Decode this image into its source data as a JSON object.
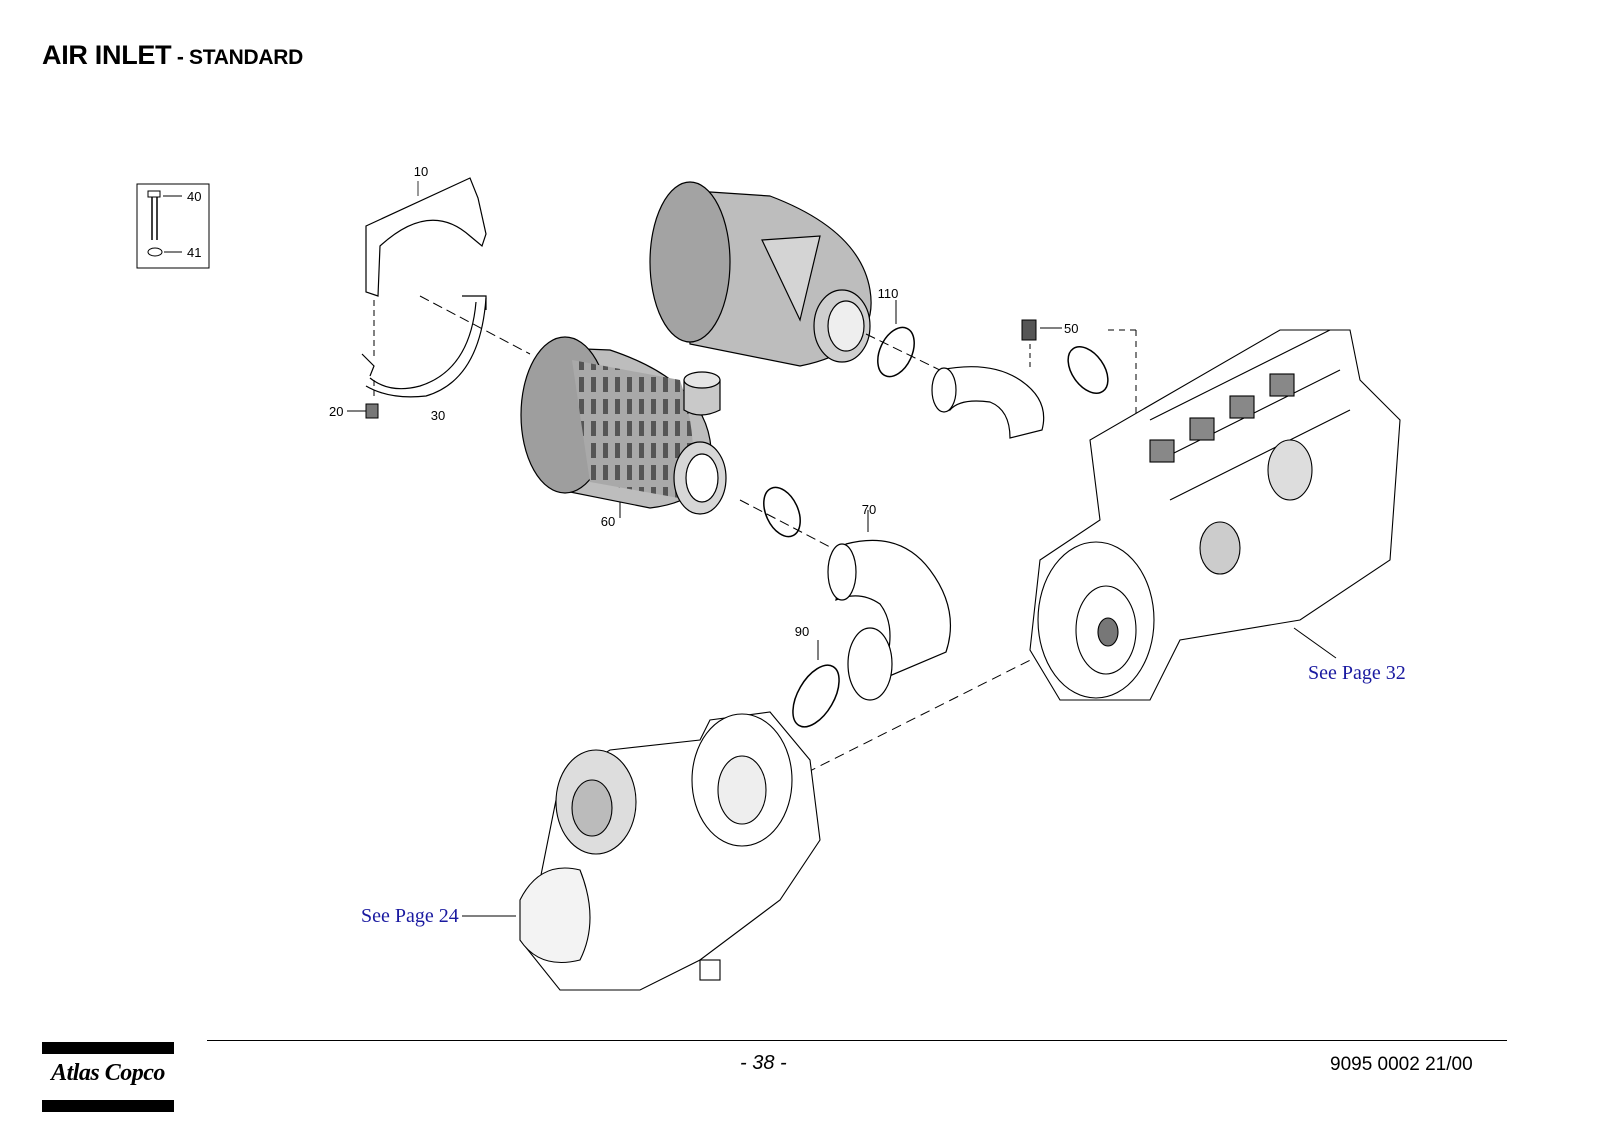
{
  "header": {
    "title_main": "AIR INLET",
    "title_sub": " - STANDARD"
  },
  "callouts": {
    "c10": "10",
    "c20": "20",
    "c30": "30",
    "c40": "40",
    "c41": "41",
    "c50": "50",
    "c60": "60",
    "c70": "70",
    "c90": "90",
    "c110": "110"
  },
  "references": {
    "page24": "See Page 24",
    "page32": "See Page 32"
  },
  "footer": {
    "page_number": "- 38 -",
    "doc_number": "9095 0002 21/00",
    "brand": "Atlas Copco"
  }
}
